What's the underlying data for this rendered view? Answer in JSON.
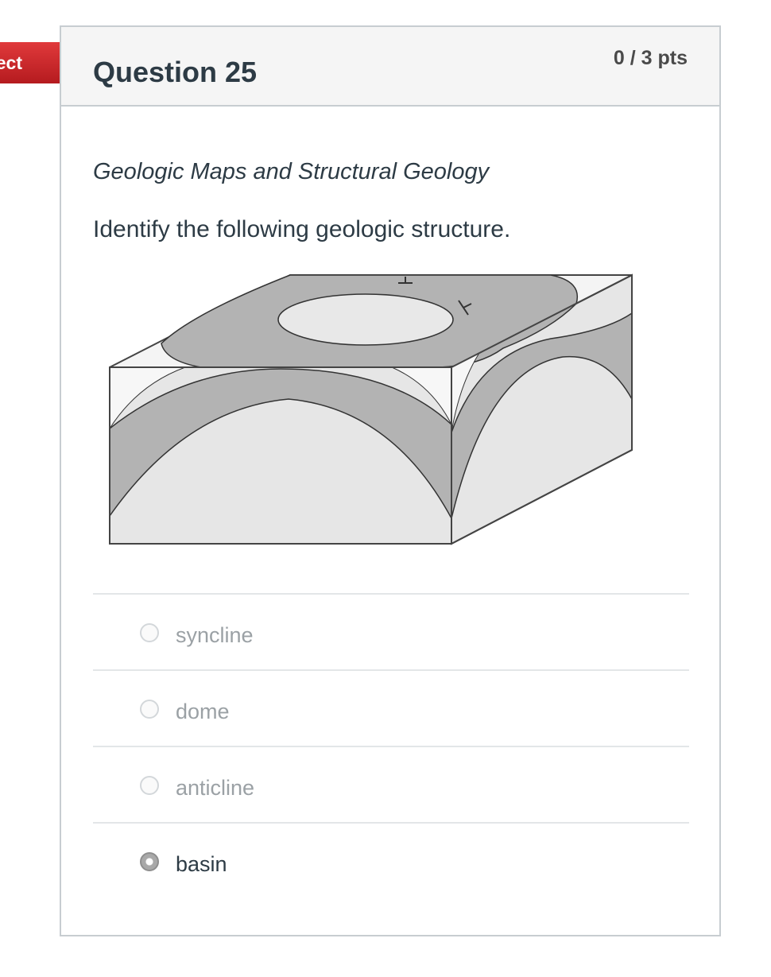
{
  "flag": {
    "label": "ect"
  },
  "question": {
    "title": "Question 25",
    "points": "0 / 3 pts",
    "topic": "Geologic Maps and Structural Geology",
    "prompt": "Identify the following geologic structure."
  },
  "answers": [
    {
      "label": "syncline",
      "selected": false
    },
    {
      "label": "dome",
      "selected": false
    },
    {
      "label": "anticline",
      "selected": false
    },
    {
      "label": "basin",
      "selected": true
    }
  ],
  "colors": {
    "flag_red": "#cc2a2d",
    "text": "#2d3b45",
    "muted_text": "#9ba1a5",
    "border": "#c7cdd1",
    "header_bg": "#f5f5f5"
  }
}
